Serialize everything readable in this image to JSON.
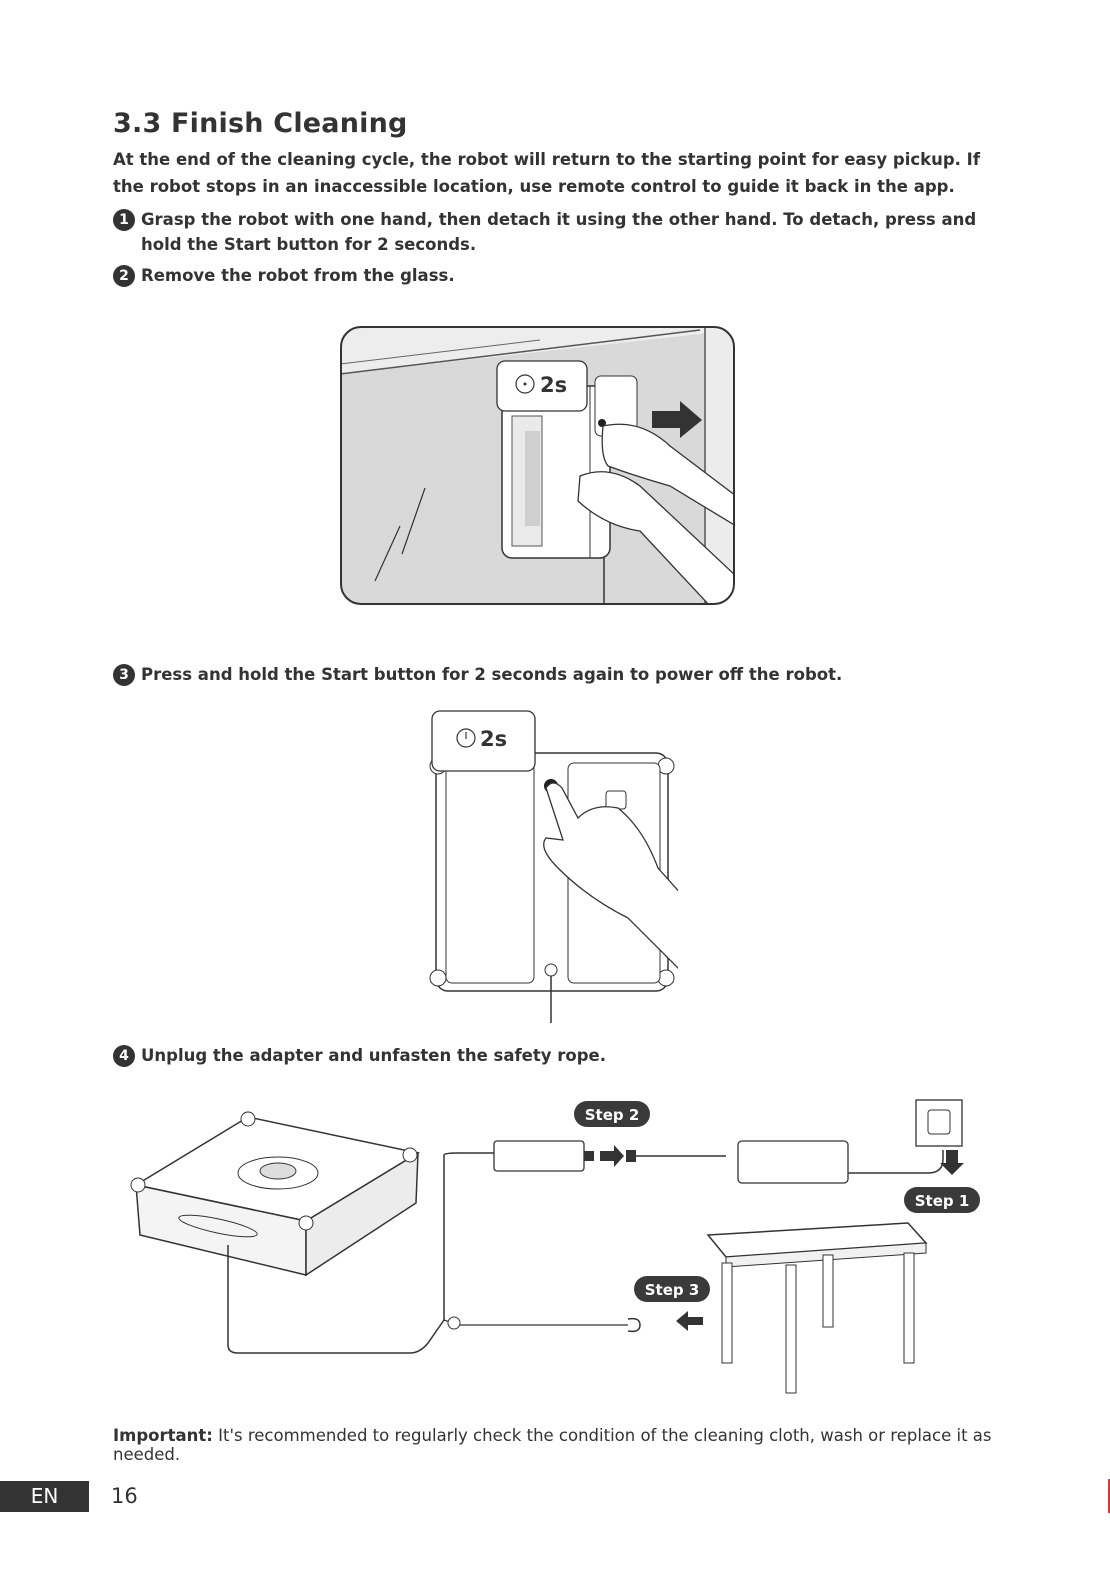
{
  "section": {
    "title": "3.3 Finish Cleaning",
    "intro": "At the end of the cleaning cycle, the robot will return to the starting point for easy pickup. If the robot stops in an inaccessible location, use remote control to guide it back in the app."
  },
  "steps": [
    {
      "number": "1",
      "text": "Grasp the robot with one hand, then detach it using the other hand. To detach, press and hold the Start button for 2 seconds."
    },
    {
      "number": "2",
      "text": "Remove the robot from the glass."
    },
    {
      "number": "3",
      "text": "Press and hold the Start button for 2 seconds again to power off the robot."
    },
    {
      "number": "4",
      "text": "Unplug the adapter and unfasten the safety rope."
    }
  ],
  "figures": {
    "detach_timer": "2s",
    "poweroff_timer": "2s",
    "step_badges": [
      "Step 2",
      "Step 1",
      "Step 3"
    ]
  },
  "important": {
    "label": "Important:",
    "text": " It's recommended to regularly check the condition of the cleaning cloth, wash or replace it as needed."
  },
  "footer": {
    "language": "EN",
    "page_number": "16"
  },
  "colors": {
    "text": "#333333",
    "badge": "#3a3a3a",
    "figure_bg": "#d9d9d9",
    "edge_mark": "#d23b3b"
  }
}
